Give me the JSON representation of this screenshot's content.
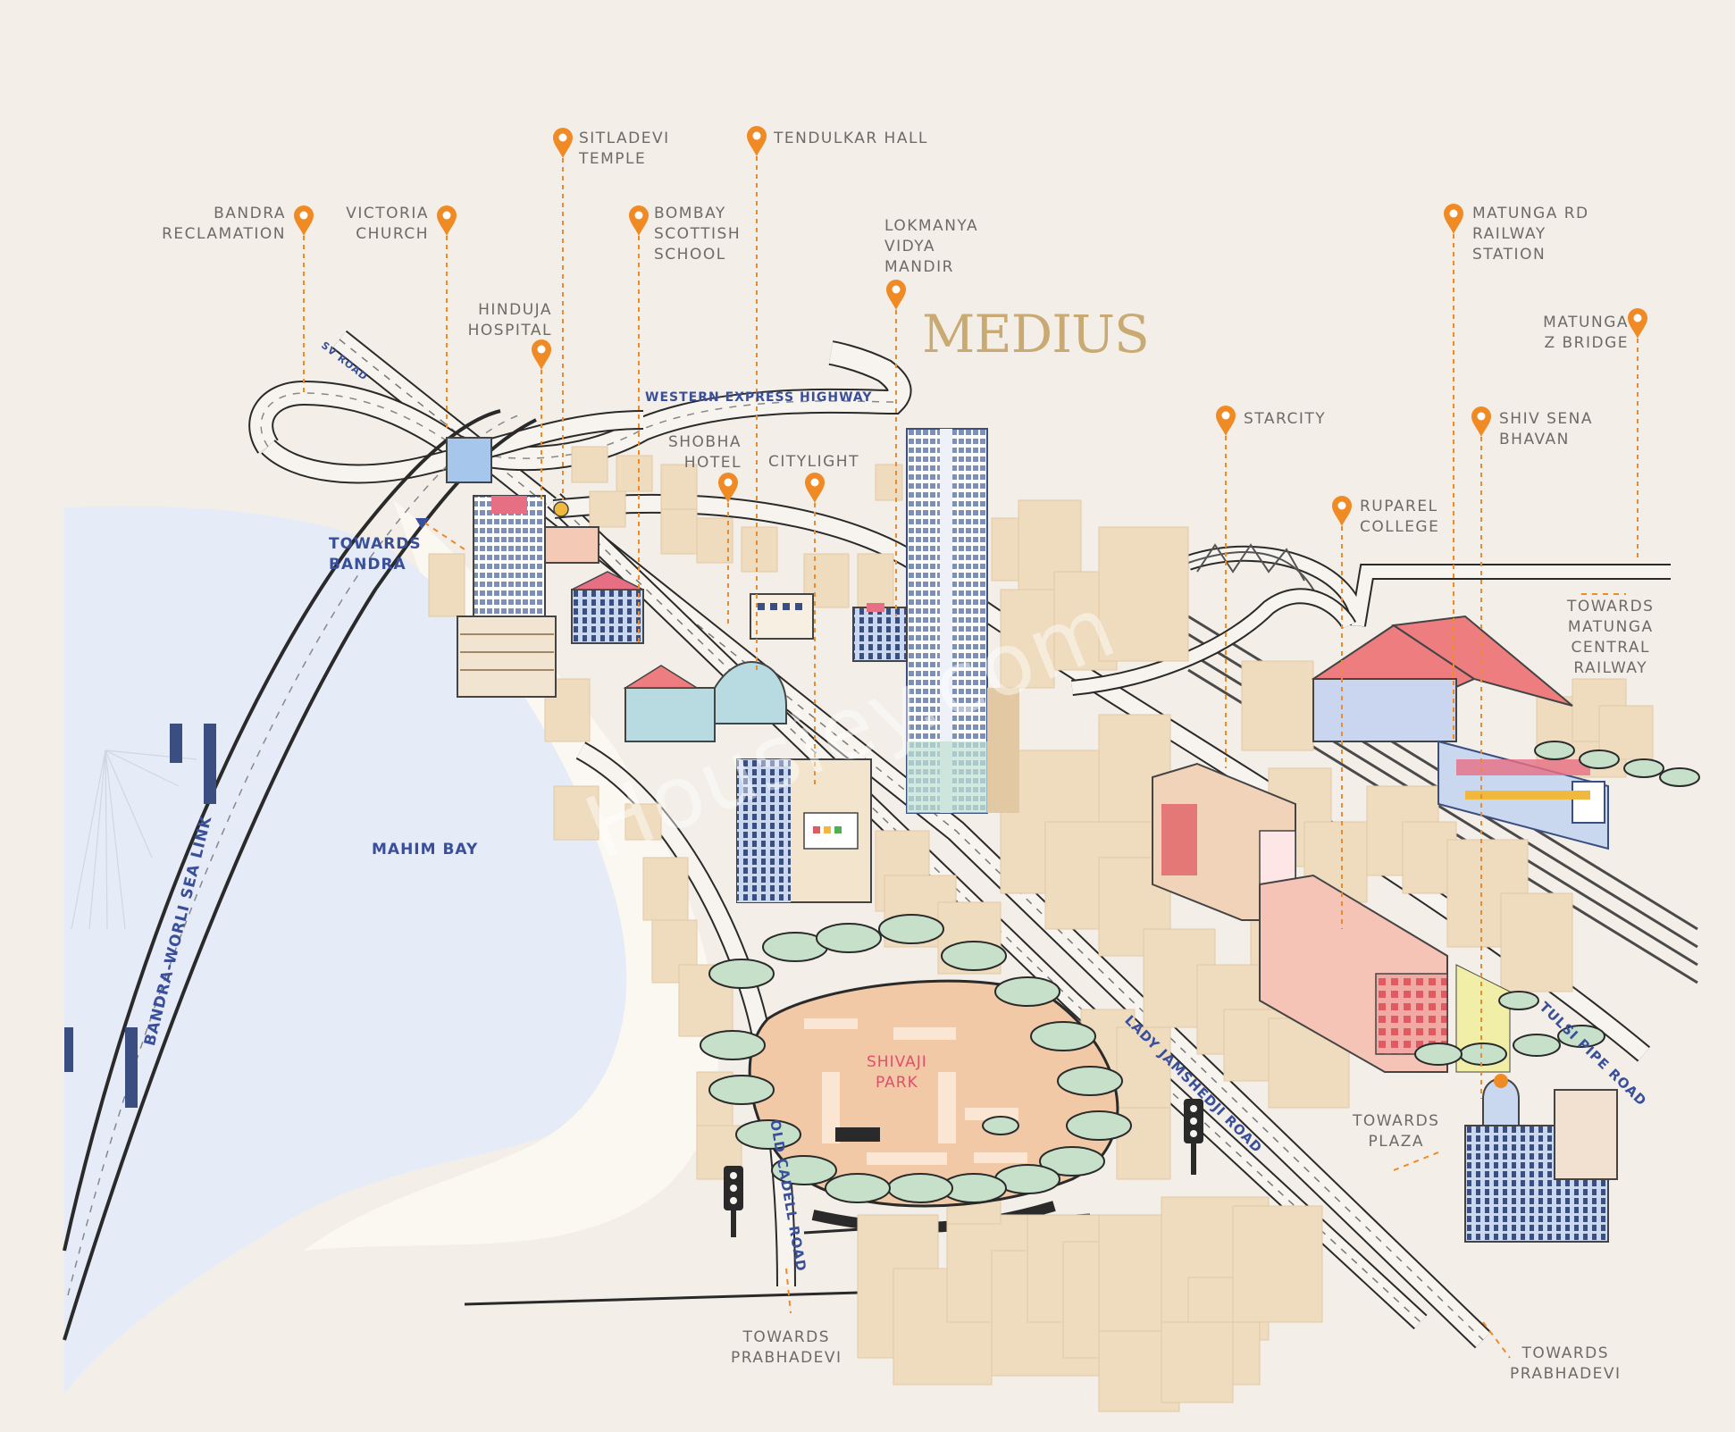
{
  "brand": {
    "name": "MEDIUS"
  },
  "watermark": "Housiey.com",
  "pins": [
    {
      "id": "bandra-reclamation",
      "label": "BANDRA\nRECLAMATION",
      "icon": "map-pin-icon"
    },
    {
      "id": "victoria-church",
      "label": "VICTORIA\nCHURCH",
      "icon": "map-pin-icon"
    },
    {
      "id": "sitladevi-temple",
      "label": "SITLADEVI\nTEMPLE",
      "icon": "map-pin-icon"
    },
    {
      "id": "tendulkar-hall",
      "label": "TENDULKAR HALL",
      "icon": "map-pin-icon"
    },
    {
      "id": "bombay-scottish-school",
      "label": "BOMBAY\nSCOTTISH\nSCHOOL",
      "icon": "map-pin-icon"
    },
    {
      "id": "lokmanya-vidya-mandir",
      "label": "LOKMANYA\nVIDYA\nMANDIR",
      "icon": "map-pin-icon"
    },
    {
      "id": "hinduja-hospital",
      "label": "HINDUJA\nHOSPITAL",
      "icon": "map-pin-icon"
    },
    {
      "id": "shobha-hotel",
      "label": "SHOBHA\nHOTEL",
      "icon": "map-pin-icon"
    },
    {
      "id": "citylight",
      "label": "CITYLIGHT",
      "icon": "map-pin-icon"
    },
    {
      "id": "matunga-rd-railway-station",
      "label": "MATUNGA RD\nRAILWAY\nSTATION",
      "icon": "map-pin-icon"
    },
    {
      "id": "matunga-z-bridge",
      "label": "MATUNGA\nZ BRIDGE",
      "icon": "map-pin-icon"
    },
    {
      "id": "starcity",
      "label": "STARCITY",
      "icon": "map-pin-icon"
    },
    {
      "id": "shiv-sena-bhavan",
      "label": "SHIV SENA\nBHAVAN",
      "icon": "map-pin-icon"
    },
    {
      "id": "ruparel-college",
      "label": "RUPAREL\nCOLLEGE",
      "icon": "map-pin-icon"
    }
  ],
  "roads": {
    "sv_road": "SV ROAD",
    "western_express_highway": "WESTERN EXPRESS HIGHWAY",
    "bandra_worli_sea_link": "BANDRA-WORLI SEA LINK",
    "old_cadell_road": "OLD CADELL ROAD",
    "lady_jamshedji_road": "LADY JAMSHEDJI ROAD",
    "tulsi_pipe_road": "TULSI PIPE ROAD"
  },
  "areas": {
    "mahim_bay": "MAHIM BAY",
    "shivaji_park": "SHIVAJI\nPARK"
  },
  "directions": {
    "towards_bandra": "TOWARDS\nBANDRA",
    "towards_matunga_central_railway": "TOWARDS\nMATUNGA\nCENTRAL\nRAILWAY",
    "towards_plaza": "TOWARDS\nPLAZA",
    "towards_prabhadevi_left": "TOWARDS\nPRABHADEVI",
    "towards_prabhadevi_right": "TOWARDS\nPRABHADEVI"
  },
  "colors": {
    "background": "#f3efe8",
    "sea": "#e6ecf7",
    "beach": "#fbf8f2",
    "building": "#efdcbf",
    "pin": "#f08a24",
    "road_label": "#3a4f9a",
    "park": "#f1c9a7",
    "park_label": "#e0506a",
    "tree": "#c7e0c9",
    "brand": "#c8aa72",
    "roof": "#ee7d80"
  }
}
